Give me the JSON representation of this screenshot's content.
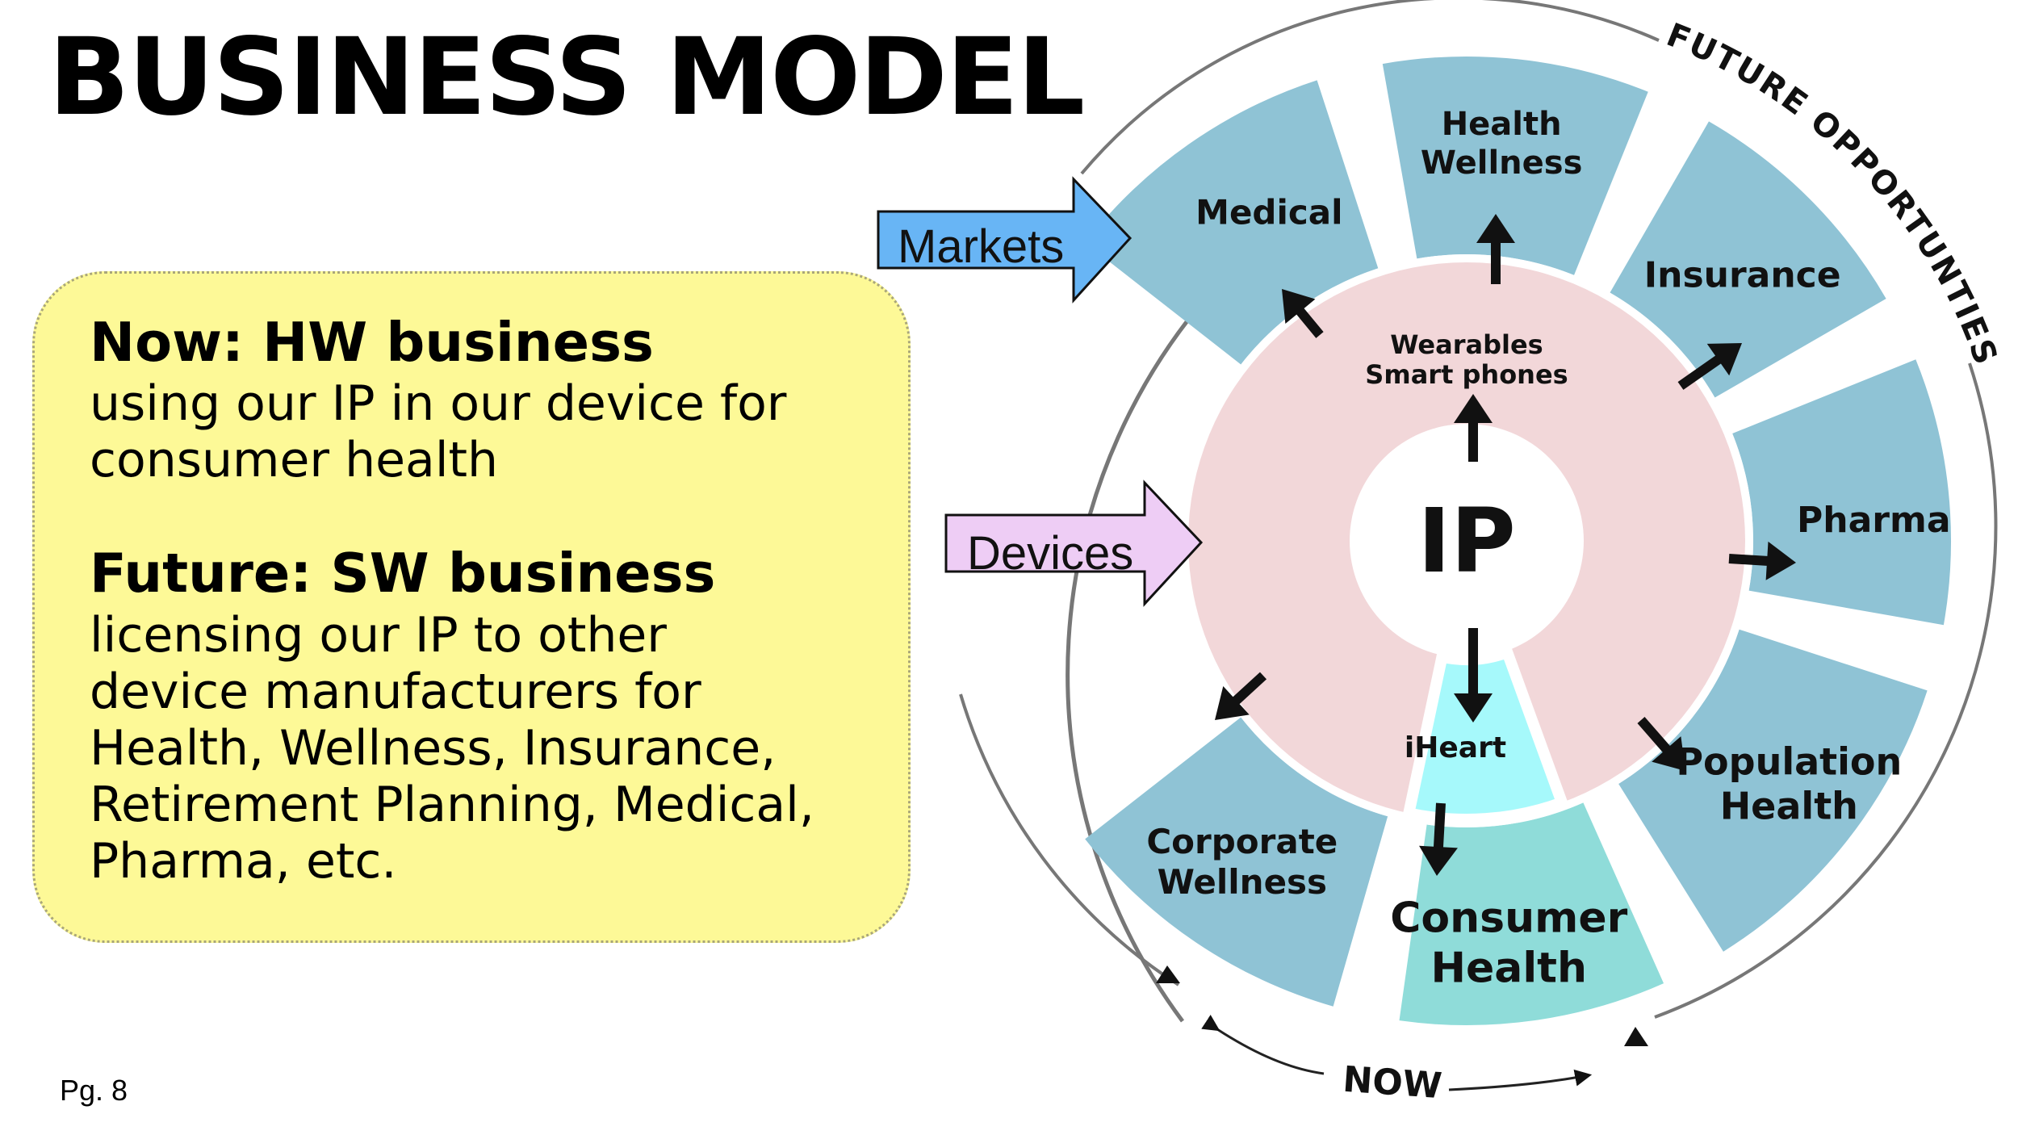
{
  "title": "BUSINESS MODEL",
  "note": {
    "now_heading": "Now: HW business",
    "now_body": "using our IP in our device for\nconsumer health",
    "future_heading": "Future: SW business",
    "future_body": "licensing our IP to other\ndevice manufacturers for\nHealth, Wellness, Insurance,\nRetirement Planning, Medical,\nPharma, etc."
  },
  "page_number": "Pg. 8",
  "diagram": {
    "center_label": "IP",
    "devices_ring": {
      "line1": "Wearables",
      "line2": "Smart phones"
    },
    "device_now": "iHeart",
    "markets": [
      {
        "id": "medical",
        "lines": [
          "Medical"
        ]
      },
      {
        "id": "health-wellness",
        "lines": [
          "Health",
          "Wellness"
        ]
      },
      {
        "id": "insurance",
        "lines": [
          "Insurance"
        ]
      },
      {
        "id": "pharma",
        "lines": [
          "Pharma"
        ]
      },
      {
        "id": "population-health",
        "lines": [
          "Population",
          "Health"
        ]
      },
      {
        "id": "consumer-health",
        "lines": [
          "Consumer",
          "Health"
        ]
      },
      {
        "id": "corporate-wellness",
        "lines": [
          "Corporate",
          "Wellness"
        ]
      }
    ],
    "callouts": {
      "markets": "Markets",
      "devices": "Devices"
    },
    "arc_labels": {
      "future": "FUTURE OPPORTUNTIES",
      "now": "NOW"
    },
    "colors": {
      "market_segment": "#8fc3d5",
      "consumer_segment": "#8fdcd9",
      "devices_ring": "#f2d7d9",
      "iheart_segment": "#a6f9fb",
      "markets_arrow": "#68b5f5",
      "devices_arrow": "#eecdf5",
      "note_box": "#fdf997"
    }
  }
}
